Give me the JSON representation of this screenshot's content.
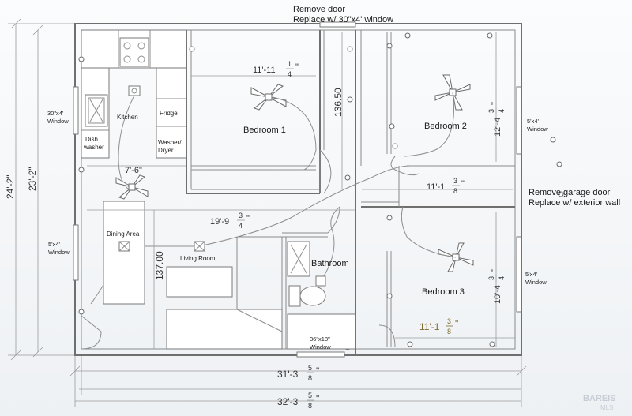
{
  "notes": {
    "remove_door_1": "Remove door",
    "remove_door_2": "Replace w/ 30\"x4' window",
    "garage_1": "Remove garage door",
    "garage_2": "Replace w/ exterior wall"
  },
  "rooms": {
    "bedroom1": "Bedroom 1",
    "bedroom2": "Bedroom 2",
    "bedroom3": "Bedroom 3",
    "bathroom": "Bathroom",
    "kitchen": "Kitchen",
    "fridge": "Fridge",
    "dishwasher_1": "Dish",
    "dishwasher_2": "washer",
    "washer_1": "Washer/",
    "washer_2": "Dryer",
    "dining": "Dining Area",
    "living": "Living Room"
  },
  "windows": {
    "left_top_1": "30\"x4'",
    "left_top_2": "Window",
    "left_bot_1": "5'x4'",
    "left_bot_2": "Window",
    "right_top_1": "5'x4'",
    "right_top_2": "Window",
    "right_bot_1": "5'x4'",
    "right_bot_2": "Window",
    "bath_1": "36\"x18\"",
    "bath_2": "Window"
  },
  "dimensions": {
    "bed1_width_main": "11'-11",
    "bed1_width_num": "1",
    "bed1_width_den": "4",
    "bed1_width_end": "\"",
    "bed1_depth": "136.50",
    "bed2_depth_main": "12'-4",
    "bed2_depth_num": "3",
    "bed2_depth_den": "4",
    "bed2_depth_end": "\"",
    "bed2_width_main": "11'-1",
    "bed2_width_num": "3",
    "bed2_width_den": "8",
    "bed2_width_end": "\"",
    "bed3_depth_main": "10'-4",
    "bed3_depth_num": "3",
    "bed3_depth_den": "4",
    "bed3_depth_end": "\"",
    "bed3_width_main": "11'-1",
    "bed3_width_num": "3",
    "bed3_width_den": "8",
    "bed3_width_end": "\"",
    "kitchen_width": "7'-6\"",
    "living_width_main": "19'-9",
    "living_width_num": "3",
    "living_width_den": "4",
    "living_width_end": "\"",
    "living_depth": "137.00",
    "overall_height_outer": "24'-2\"",
    "overall_height_inner": "23'-2\"",
    "overall_width_inner_main": "31'-3",
    "overall_width_inner_num": "5",
    "overall_width_inner_den": "8",
    "overall_width_inner_end": "\"",
    "overall_width_outer_main": "32'-3",
    "overall_width_outer_num": "5",
    "overall_width_outer_den": "8",
    "overall_width_outer_end": "\""
  },
  "watermark": {
    "line1": "BAREIS",
    "line2": "MLS"
  }
}
